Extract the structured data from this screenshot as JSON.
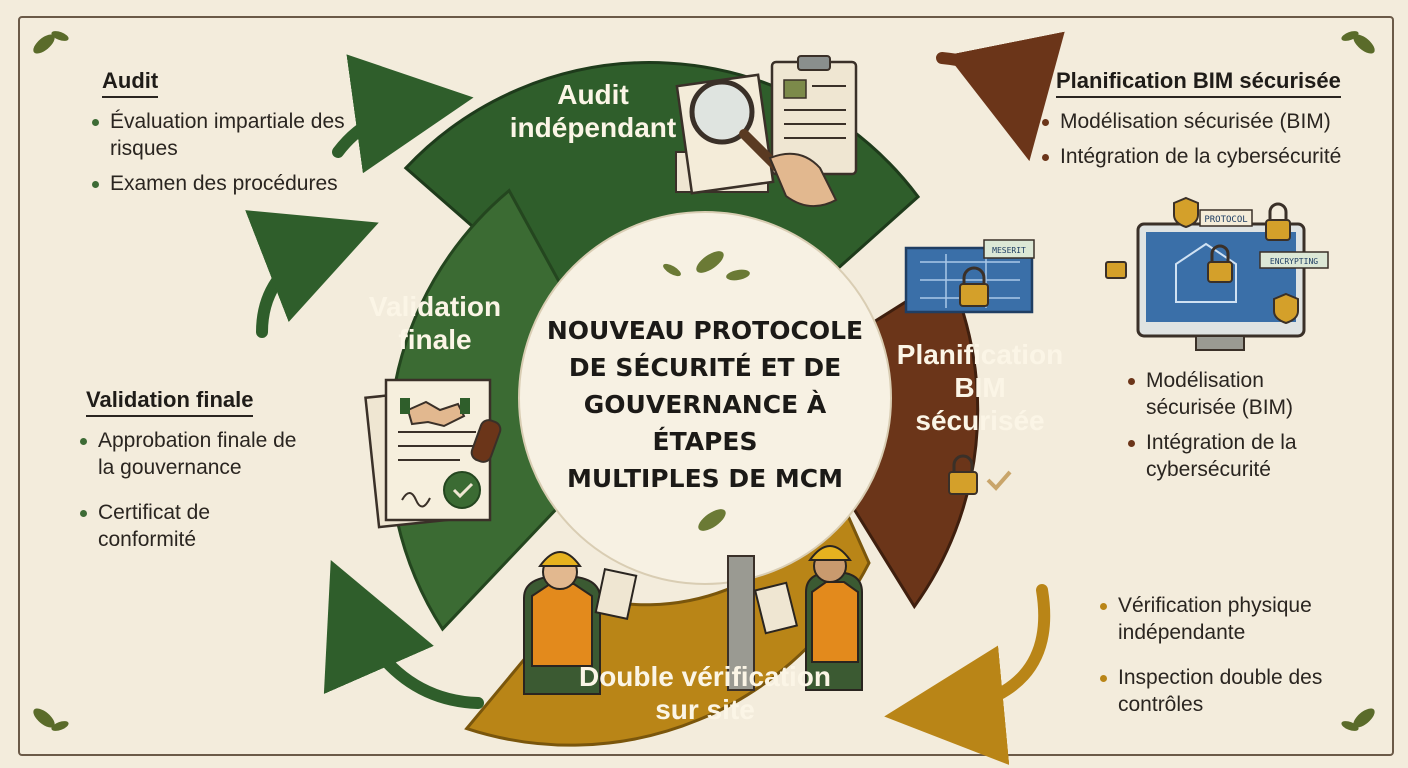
{
  "center": {
    "title_lines": [
      "NOUVEAU PROTOCOLE",
      "DE SÉCURITÉ ET DE",
      "GOUVERNANCE À ÉTAPES",
      "MULTIPLES DE MCM"
    ]
  },
  "segments": [
    {
      "id": "audit",
      "lines": [
        "Audit",
        "indépendant"
      ],
      "color": "#2f5e2b"
    },
    {
      "id": "bim",
      "lines": [
        "Planification",
        "BIM",
        "sécurisée"
      ],
      "color": "#6b3519"
    },
    {
      "id": "site",
      "lines": [
        "Double vérification",
        "sur site"
      ],
      "color": "#b98517"
    },
    {
      "id": "validation",
      "lines": [
        "Validation",
        "finale"
      ],
      "color": "#3b6b33"
    }
  ],
  "panels": {
    "audit": {
      "title": "Audit",
      "items": [
        "Évaluation impartiale des risques",
        "Examen des procédures"
      ]
    },
    "bim": {
      "title": "Planification BIM sécurisée",
      "items": [
        "Modélisation sécurisée (BIM)",
        "Intégration de la cybersécurité"
      ]
    },
    "bim_detail": {
      "items": [
        "Modélisation sécurisée (BIM)",
        "Intégration de la cybersécurité"
      ]
    },
    "site": {
      "items": [
        "Vérification physique indépendante",
        "Inspection double des contrôles"
      ]
    },
    "validation": {
      "title": "Validation finale",
      "items": [
        "Approbation finale de la gouvernance",
        "Certificat de conformité"
      ]
    }
  },
  "illustration_labels": {
    "monitor_protocol": "PROTOCOL",
    "monitor_encrypting": "ENCRYPTING",
    "blueprint_tag": "MESERIT"
  },
  "colors": {
    "background": "#f3ecdc",
    "green_dark": "#2f5e2b",
    "green": "#3b6b33",
    "brown": "#6b3519",
    "gold": "#b98517"
  },
  "icons": [
    "leaf-icon",
    "magnifier-icon",
    "clipboard-icon",
    "blueprint-icon",
    "padlock-icon",
    "checkmark-icon",
    "handshake-icon",
    "stamp-icon",
    "worker-icon",
    "monitor-icon",
    "cycle-arrow-icon"
  ]
}
